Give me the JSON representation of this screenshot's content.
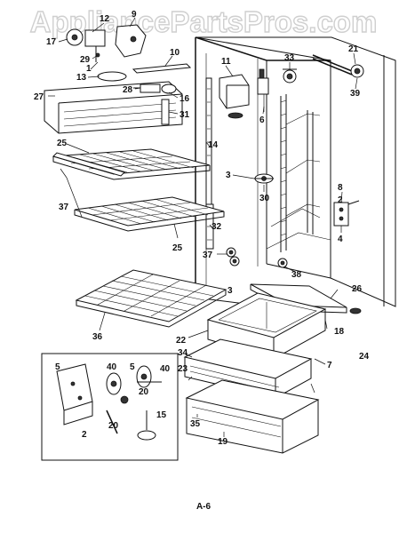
{
  "watermark": "AppliancePartsPros.com",
  "page_label": "A-6",
  "callouts": [
    {
      "id": "c12",
      "text": "12"
    },
    {
      "id": "c9",
      "text": "9"
    },
    {
      "id": "c17",
      "text": "17"
    },
    {
      "id": "c29",
      "text": "29"
    },
    {
      "id": "c1",
      "text": "1"
    },
    {
      "id": "c13",
      "text": "13"
    },
    {
      "id": "c10",
      "text": "10"
    },
    {
      "id": "c11",
      "text": "11"
    },
    {
      "id": "c33",
      "text": "33"
    },
    {
      "id": "c21",
      "text": "21"
    },
    {
      "id": "c39",
      "text": "39"
    },
    {
      "id": "c27",
      "text": "27"
    },
    {
      "id": "c28",
      "text": "28"
    },
    {
      "id": "c16",
      "text": "16"
    },
    {
      "id": "c31",
      "text": "31"
    },
    {
      "id": "c6",
      "text": "6"
    },
    {
      "id": "c25a",
      "text": "25"
    },
    {
      "id": "c14",
      "text": "14"
    },
    {
      "id": "c3a",
      "text": "3"
    },
    {
      "id": "c30",
      "text": "30"
    },
    {
      "id": "c8",
      "text": "8"
    },
    {
      "id": "c2a",
      "text": "2"
    },
    {
      "id": "c4",
      "text": "4"
    },
    {
      "id": "c37a",
      "text": "37"
    },
    {
      "id": "c32",
      "text": "32"
    },
    {
      "id": "c25b",
      "text": "25"
    },
    {
      "id": "c37b",
      "text": "37"
    },
    {
      "id": "c38",
      "text": "38"
    },
    {
      "id": "c3b",
      "text": "3"
    },
    {
      "id": "c26",
      "text": "26"
    },
    {
      "id": "c36",
      "text": "36"
    },
    {
      "id": "c22",
      "text": "22"
    },
    {
      "id": "c18",
      "text": "18"
    },
    {
      "id": "c24",
      "text": "24"
    },
    {
      "id": "c34",
      "text": "34"
    },
    {
      "id": "c7",
      "text": "7"
    },
    {
      "id": "c23",
      "text": "23"
    },
    {
      "id": "c5a",
      "text": "5"
    },
    {
      "id": "c40a",
      "text": "40"
    },
    {
      "id": "c5b",
      "text": "5"
    },
    {
      "id": "c40b",
      "text": "40"
    },
    {
      "id": "c20a",
      "text": "20"
    },
    {
      "id": "c15",
      "text": "15"
    },
    {
      "id": "c20b",
      "text": "20"
    },
    {
      "id": "c2b",
      "text": "2"
    },
    {
      "id": "c35",
      "text": "35"
    },
    {
      "id": "c19",
      "text": "19"
    }
  ]
}
